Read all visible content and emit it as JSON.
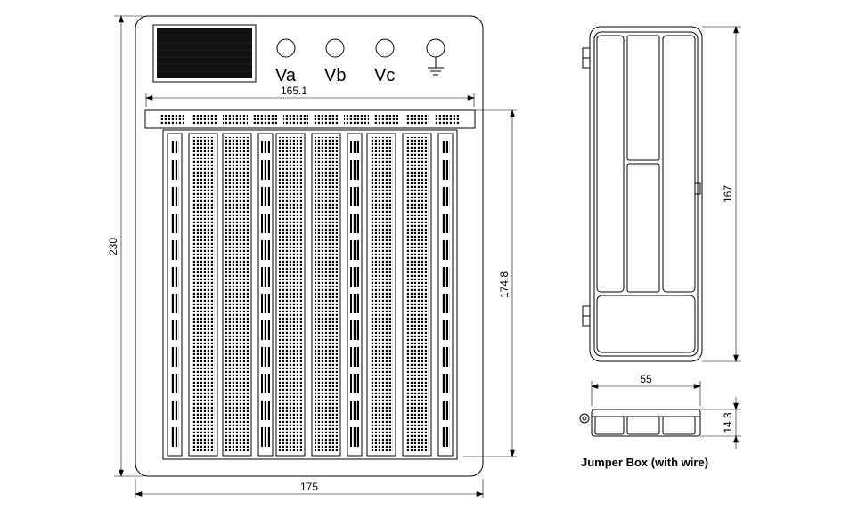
{
  "labels": {
    "va": "Va",
    "vb": "Vb",
    "vc": "Vc"
  },
  "dimensions": {
    "board_height": "230",
    "board_width": "175",
    "breadboard_width": "165.1",
    "breadboard_height": "174.8",
    "box_height": "167",
    "box_width": "55",
    "box_depth": "14.3"
  },
  "caption": "Jumper Box (with wire)"
}
